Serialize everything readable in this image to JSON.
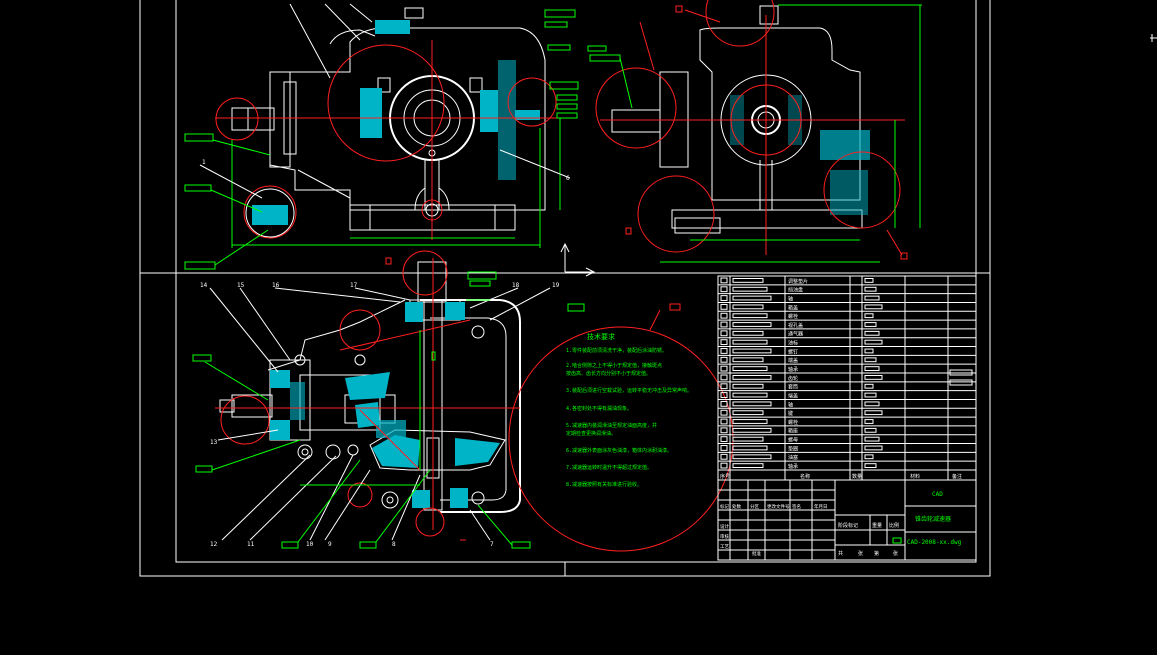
{
  "colors": {
    "background": "#000000",
    "outline": "#ffffff",
    "centerline": "#ff2020",
    "dimension": "#00ff00",
    "section": "#00b4c8"
  },
  "balloons": {
    "front_view": [
      "1",
      "6"
    ],
    "section_view": [
      "14",
      "15",
      "16",
      "17",
      "18",
      "19",
      "13",
      "12",
      "11",
      "10",
      "9",
      "8",
      "7"
    ]
  },
  "tech_notes": {
    "title": "技术要求",
    "lines": [
      "1.零件装配前须清洗干净，装配后涂油防锈。",
      "2.啮合侧隙之上不得小于规定值，接触斑点",
      "  按齿高、齿长方向分别不小于规定值。",
      "3.装配后须进行空载试验，运转平稳无冲击及异常声响。",
      "4.各密封处不得有漏油现象。",
      "5.减速器内装润滑油至规定油面高度，并",
      "  定期检查更换润滑油。",
      "6.减速器外表面涂灰色油漆，箱体内涂耐油漆。",
      "7.减速器运转时温升不得超过规定值。",
      "8.减速器按照有关标准进行验收。"
    ]
  },
  "title_block": {
    "part_names": [
      "调整垫片",
      "挡油盘",
      "轴",
      "箱盖",
      "螺栓",
      "视孔盖",
      "通气器",
      "油标",
      "螺钉",
      "端盖",
      "轴承",
      "齿轮",
      "套筒",
      "端盖",
      "轴",
      "键",
      "螺栓",
      "箱座",
      "螺母",
      "垫圈",
      "油塞",
      "轴承"
    ],
    "header_labels": [
      "序号",
      "名称",
      "数量",
      "材料",
      "备注"
    ],
    "school": "CAD",
    "drawing_title": "锥齿轮减速器",
    "drawing_no": "CAD-2008-xx.dwg",
    "sign_rows": [
      "标记",
      "处数",
      "分区",
      "更改文件号",
      "签名",
      "年月日",
      "设计",
      "审核",
      "工艺",
      "批准"
    ],
    "scale_labels": [
      "阶段标记",
      "重量",
      "比例"
    ],
    "sheet_labels": [
      "共",
      "张",
      "第",
      "张"
    ]
  }
}
